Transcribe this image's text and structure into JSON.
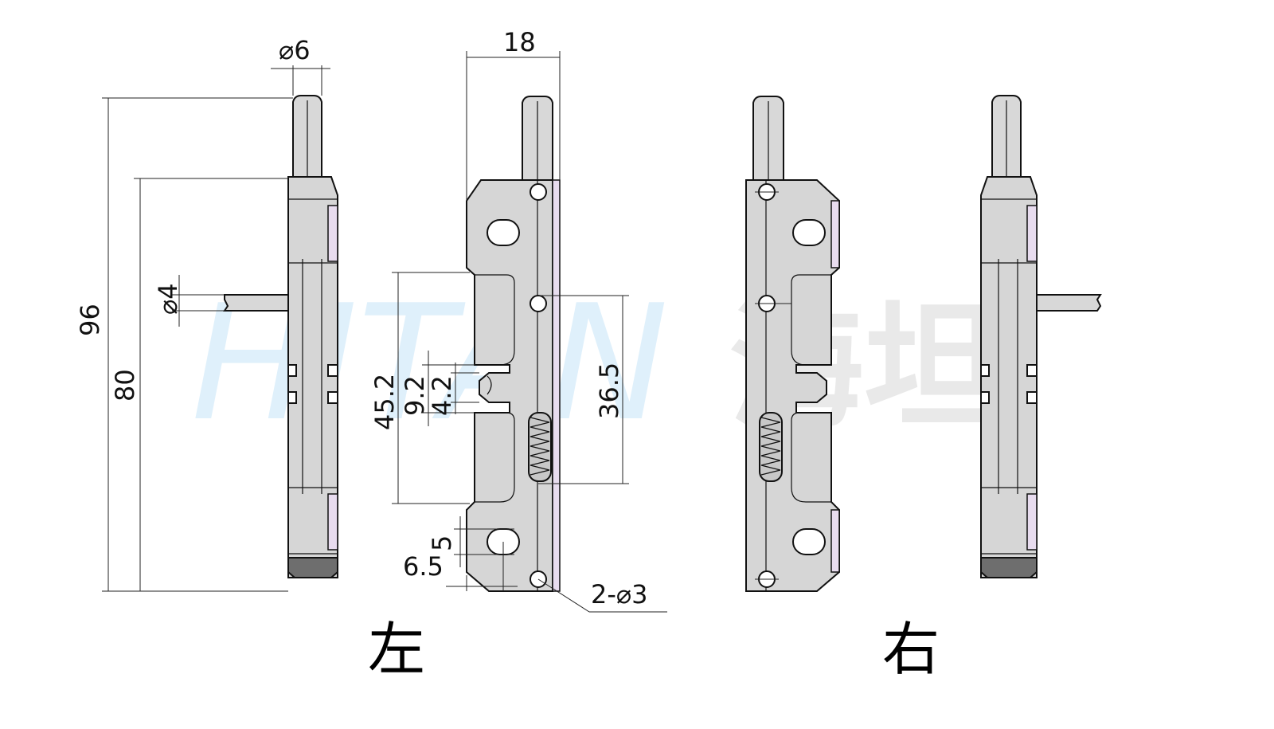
{
  "watermark": {
    "latin": "HITAN",
    "cjk": "海坦"
  },
  "dimensions": {
    "pin_dia": "⌀6",
    "overall_length": "96",
    "body_length": "80",
    "side_pin_dia": "⌀4",
    "width": "18",
    "slot_span": "45.2",
    "notch_span": "9.2",
    "notch_inner": "4.2",
    "hole_spacing": "36.5",
    "slot_height": "5",
    "slot_offset": "6.5",
    "mount_holes": "2-⌀3"
  },
  "captions": {
    "left": "左",
    "right": "右"
  }
}
